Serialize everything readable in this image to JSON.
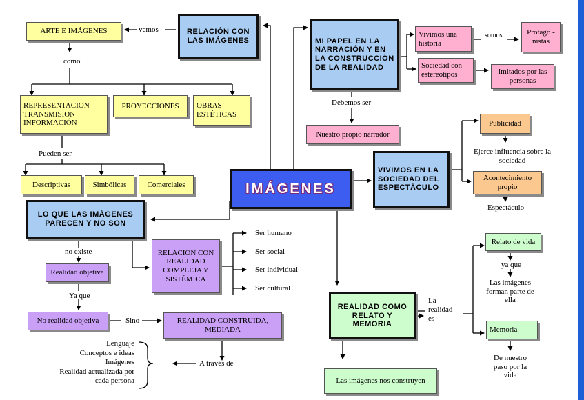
{
  "diagram": {
    "central": "IMÁGENES",
    "relacion": {
      "title": "RELACIÓN CON LAS IMÁGENES",
      "vemos": "vemos",
      "arte": "ARTE E IMÁGENES",
      "como": "como",
      "representacion": "REPRESENTACION TRANSMISION INFORMACIÓN",
      "proyecciones": "PROYECCIONES",
      "obras": "OBRAS ESTÉTICAS",
      "pueden_ser": "Pueden ser",
      "descriptivas": "Descriptivas",
      "simbolicas": "Simbólicas",
      "comerciales": "Comerciales"
    },
    "papel": {
      "title": "MI PAPEL EN LA NARRACIÓN Y EN LA CONSTRUCCIÓN DE LA REALIDAD",
      "vivimos_historia": "Vivimos una historia",
      "somos": "somos",
      "protagonistas": "Protago -nistas",
      "sociedad_estereotipos": "Sociedad con estereotipos",
      "imitados": "Imitados por las personas",
      "debemos_ser": "Debemos ser",
      "narrador": "Nuestro propio narrador"
    },
    "espectaculo": {
      "title": "VIVIMOS EN LA SOCIEDAD DEL ESPECTÁCULO",
      "publicidad": "Publicidad",
      "ejerce": "Ejerce influencia sobre la sociedad",
      "acontecimiento": "Acontecimiento propio",
      "espectaculo": "Espectáculo"
    },
    "parecen": {
      "title": "LO QUE LAS IMÁGENES PARECEN Y NO SON",
      "no_existe": "no existe",
      "realidad_objetiva": "Realidad objetiva",
      "ya_que": "Ya que",
      "no_realidad": "No realidad objetiva",
      "sino": "Sino",
      "construida": "REALIDAD CONSTRUIDA, MEDIADA",
      "a_traves": "A través de",
      "traves_items": [
        "Lenguaje",
        "Conceptos e ideas",
        "Imágenes",
        "Realidad actualizada por",
        "cada persona"
      ],
      "compleja": "RELACION CON REALIDAD COMPLEJA Y SISTÉMICA",
      "ser_humano": "Ser humano",
      "ser_social": "Ser social",
      "ser_individual": "Ser individual",
      "ser_cultural": "Ser cultural"
    },
    "relato": {
      "title": "REALIDAD COMO RELATO Y MEMORIA",
      "la_realidad_es": [
        "La",
        "realidad",
        "es"
      ],
      "relato_vida": "Relato de vida",
      "ya_que": "ya que",
      "forman_parte": "Las imágenes forman parte de ella",
      "memoria": "Memoria",
      "de_nuestro": "De nuestro paso por la vida",
      "nos_construyen": "Las imágenes nos construyen"
    }
  }
}
